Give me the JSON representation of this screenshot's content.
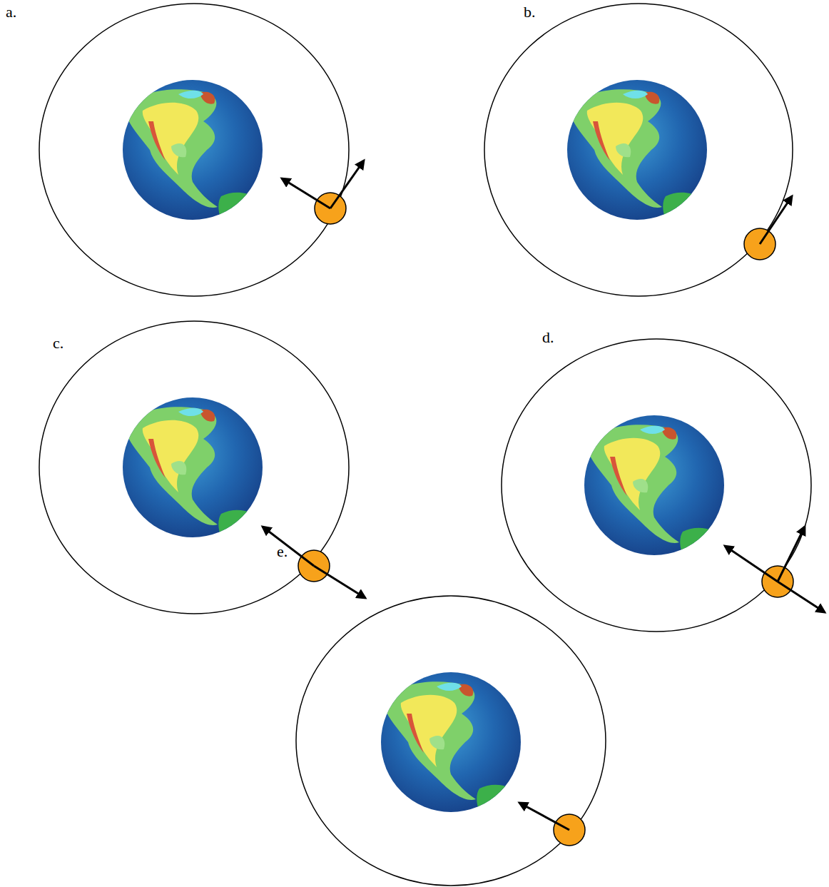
{
  "diagram": {
    "labels": [
      "a.",
      "b.",
      "c.",
      "d.",
      "e."
    ]
  }
}
